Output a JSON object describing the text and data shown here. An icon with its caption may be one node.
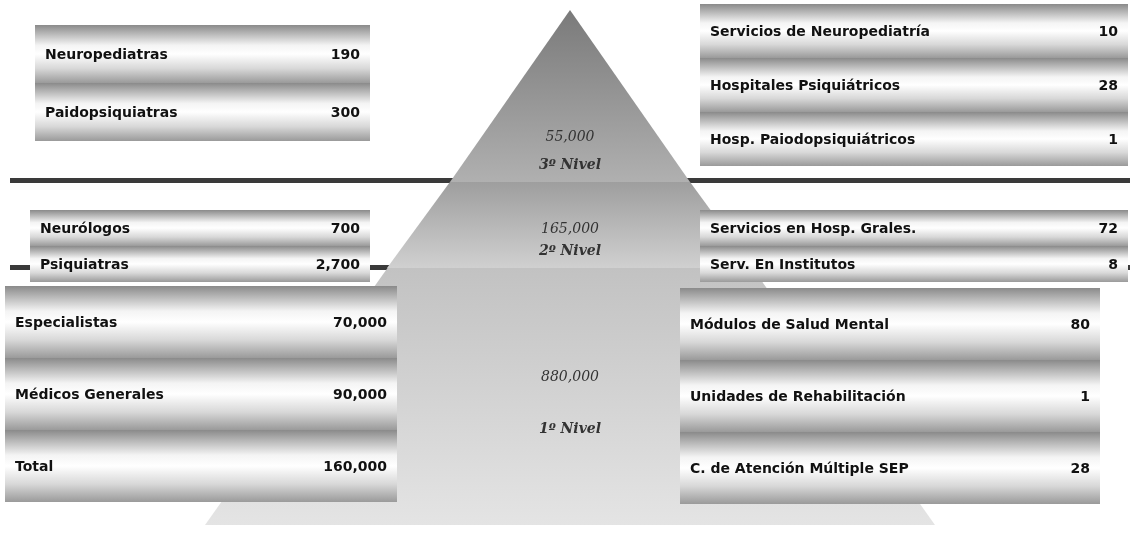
{
  "diagram": {
    "nodes": [
      {
        "text": [
          "55,000",
          "3º Nivel"
        ]
      },
      {
        "text": [
          "165,000",
          "2º Nivel"
        ]
      },
      {
        "text": [
          "880,000",
          "1º Nivel"
        ]
      }
    ],
    "labels": [
      "Neuropediatras",
      "190",
      "Paidopsiquiatras",
      "300",
      "Servicios de Neuropediatría",
      "10",
      "Hospitales Psiquiátricos",
      "28",
      "Hosp. Paiodopsiquiátricos",
      "1",
      "Neurólogos",
      "700",
      "Psiquiatras",
      "2,700",
      "Servicios en Hosp. Grales.",
      "72",
      "Serv. En Institutos",
      "8",
      "Especialistas",
      "70,000",
      "Médicos Generales",
      "90,000",
      "Total",
      "160,000",
      "Módulos de Salud Mental",
      "80",
      "Unidades de Rehabilitación",
      "1",
      "C. de Atención Múltiple SEP",
      "28"
    ]
  }
}
